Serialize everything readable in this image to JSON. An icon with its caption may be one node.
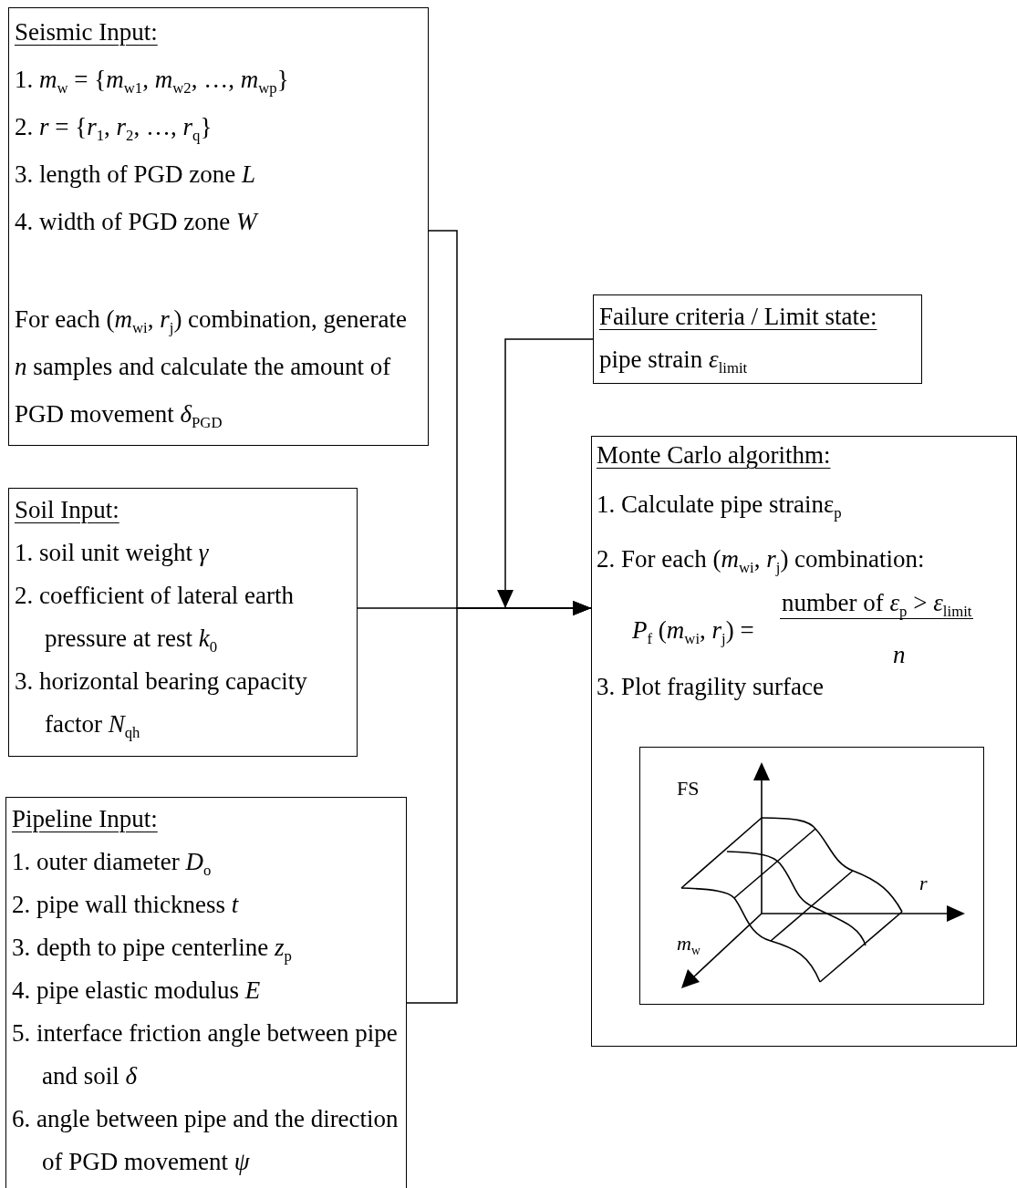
{
  "diagram": {
    "nodes": [
      {
        "text": [
          "Seismic Input:",
          "1. *m*$_{w}$ = {*m*$_{w1}$, *m*$_{w2}$, …, *m*$_{wp}$}",
          "2. *r* = {*r*$_{1}$, *r*$_{2}$, …, *r*$_{q}$}",
          "3. length of PGD zone *L*",
          "4. width of PGD zone *W*",
          "For each (*m*$_{wi}$, *r*$_{j}$) combination, generate *n* samples and calculate the amount of PGD movement *δ*$_{PGD}$"
        ]
      },
      {
        "text": [
          "Failure criteria / Limit state:",
          "pipe strain *ε*$_{limit}$"
        ]
      },
      {
        "text": [
          "Monte Carlo algorithm:",
          "1. Calculate pipe strainε$_{p}$",
          "2. For each (*m*$_{wi}$, *r*$_{j}$) combination:",
          "*P*$_{f}$ (*m*$_{wi}$, *r*$_{j}$) =",
          "number of *ε*$_{p}$ > *ε*$_{limit}$",
          "*n*",
          "3. Plot fragility surface"
        ]
      },
      {
        "text": [
          "FS",
          "*r*",
          "*m*$_{w}$"
        ],
        "in": 2
      },
      {
        "text": [
          "Soil Input:",
          "1. soil unit weight *γ*",
          "2. coefficient of lateral earth pressure at rest *k*$_{0}$",
          "3. horizontal bearing capacity factor *N*$_{qh}$"
        ]
      },
      {
        "text": [
          "Pipeline Input:",
          "1. outer diameter *D*$_{o}$",
          "2. pipe wall thickness *t*",
          "3. depth to pipe centerline *z*$_{p}$",
          "4. pipe elastic modulus *E*",
          "5. interface friction angle between pipe and soil *δ*",
          "6. angle between pipe and the direction of PGD movement *ψ*"
        ]
      }
    ],
    "edges": [
      {
        "from": 0,
        "to": 2,
        "arrow": "to"
      },
      {
        "from": 1,
        "to": 2,
        "arrow": "to"
      },
      {
        "from": 4,
        "to": 2,
        "arrow": "to"
      },
      {
        "from": 5,
        "to": 2,
        "arrow": "to"
      }
    ]
  }
}
